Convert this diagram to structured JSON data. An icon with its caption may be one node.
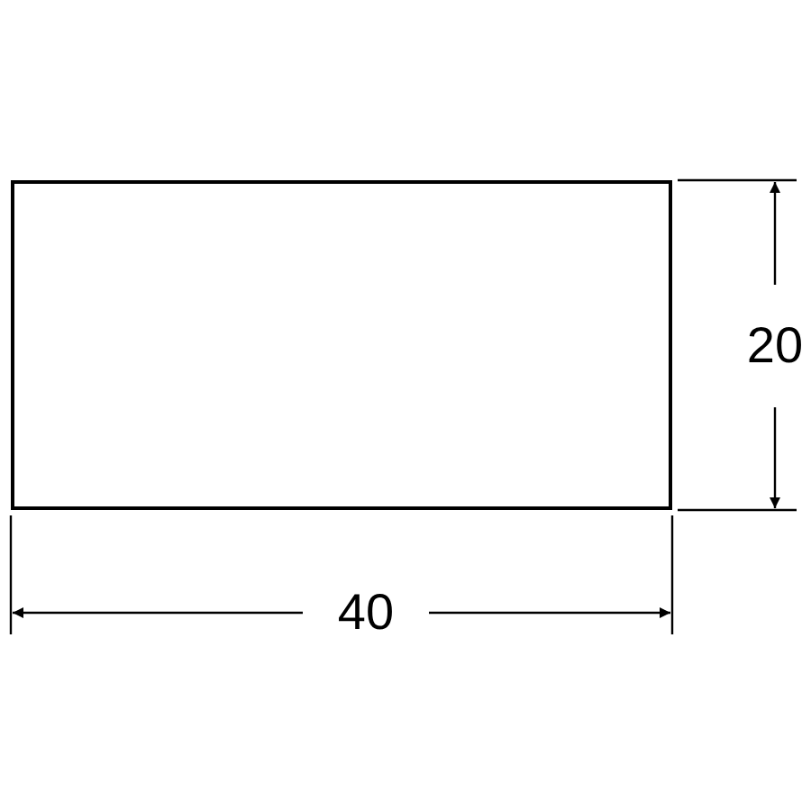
{
  "diagram": {
    "nodes": [
      {
        "text": [],
        "shape": "box"
      }
    ],
    "labels": [
      "20",
      "40"
    ]
  }
}
